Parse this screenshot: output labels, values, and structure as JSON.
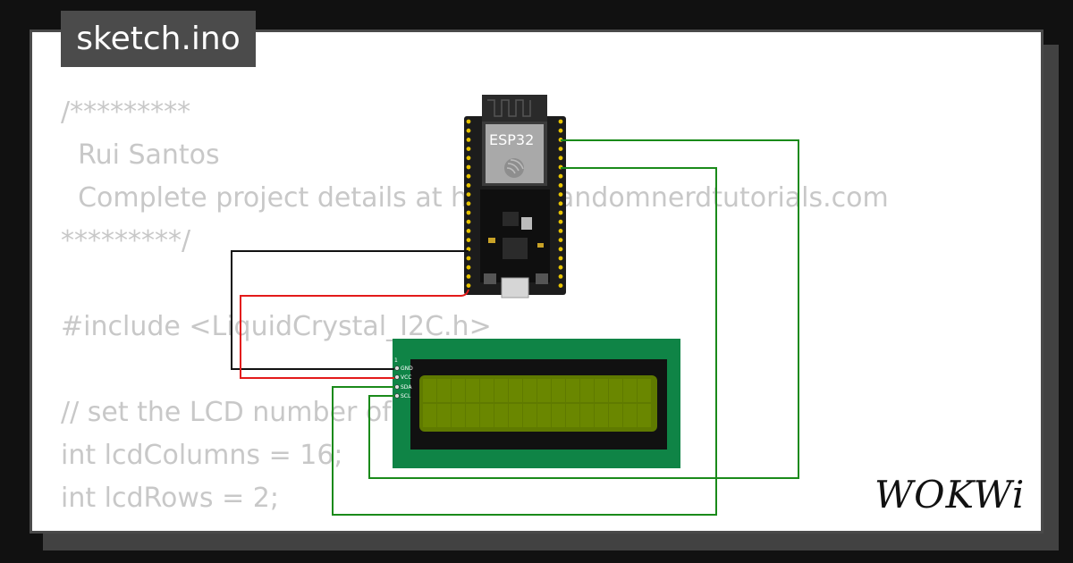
{
  "tab": {
    "title": "sketch.ino"
  },
  "code_lines": [
    "/*********",
    "  Rui Santos",
    "  Complete project details at https://randomnerdtutorials.com  ",
    "*********/",
    "",
    "#include <LiquidCrystal_I2C.h>",
    "",
    "// set the LCD number of columns and rows",
    "int lcdColumns = 16;",
    "int lcdRows = 2;"
  ],
  "esp32": {
    "label": "ESP32"
  },
  "lcd": {
    "pin_marker": "1",
    "pins": [
      "GND",
      "VCC",
      "SDA",
      "SCL"
    ]
  },
  "logo": {
    "text": "WOKWi"
  },
  "colors": {
    "wire_black": "#111111",
    "wire_red": "#e31a1a",
    "wire_green": "#1a8a1a",
    "lcd_board": "#0f8446",
    "lcd_screen": "#5f7a00"
  }
}
